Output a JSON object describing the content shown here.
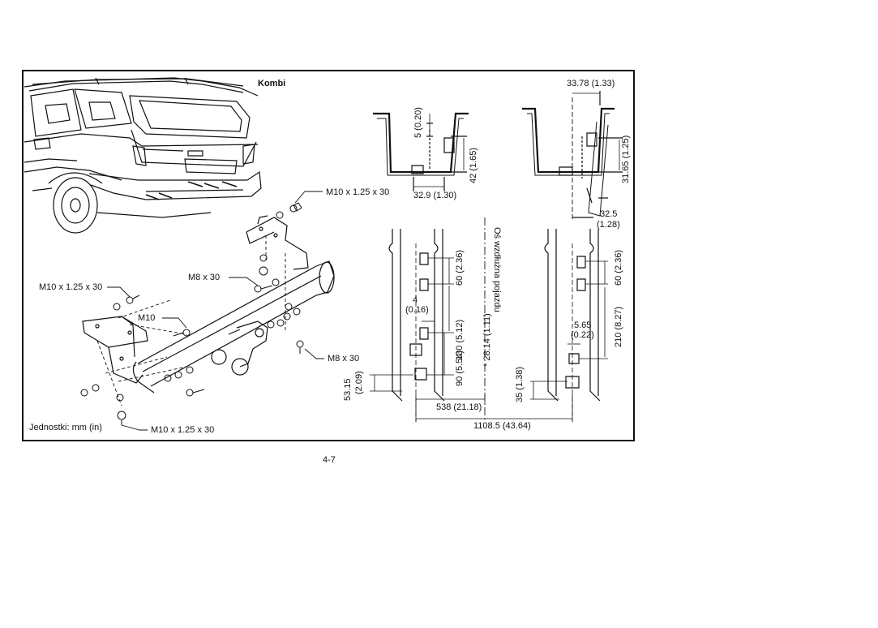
{
  "title": "Kombi",
  "units_note": "Jednostki: mm (in)",
  "page_number": "4-7",
  "bolts": {
    "top_right": "M10 x 1.25 x 30",
    "left": "M10 x 1.25 x 30",
    "mid": "M8 x 30",
    "nut": "M10",
    "lower_right": "M8 x 30",
    "bottom": "M10 x 1.25 x 30"
  },
  "dims": {
    "d_5": "5 (0.20)",
    "d_42": "42 (1.65)",
    "d_32_9": "32.9 (1.30)",
    "d_33_78": "33.78 (1.33)",
    "d_31_65": "31.65 (1.25)",
    "d_32_5": "32.5",
    "d_32_5_in": "(1.28)",
    "d_60_left": "60 (2.36)",
    "d_4": "4",
    "d_4_in": "(0.16)",
    "d_130": "130 (5.12)",
    "d_28_14": "* 28.14 (1.11)",
    "d_90": "90 (5.54)",
    "d_53_15": "53.15",
    "d_53_15_in": "(2.09)",
    "d_538": "538 (21.18)",
    "d_1108_5": "1108.5 (43.64)",
    "axis_label": "Oś wzdłużna pojazdu",
    "d_35": "35 (1.38)",
    "d_60_right": "60 (2.36)",
    "d_5_65": "5.65",
    "d_5_65_in": "(0.22)",
    "d_210": "210 (8.27)"
  }
}
